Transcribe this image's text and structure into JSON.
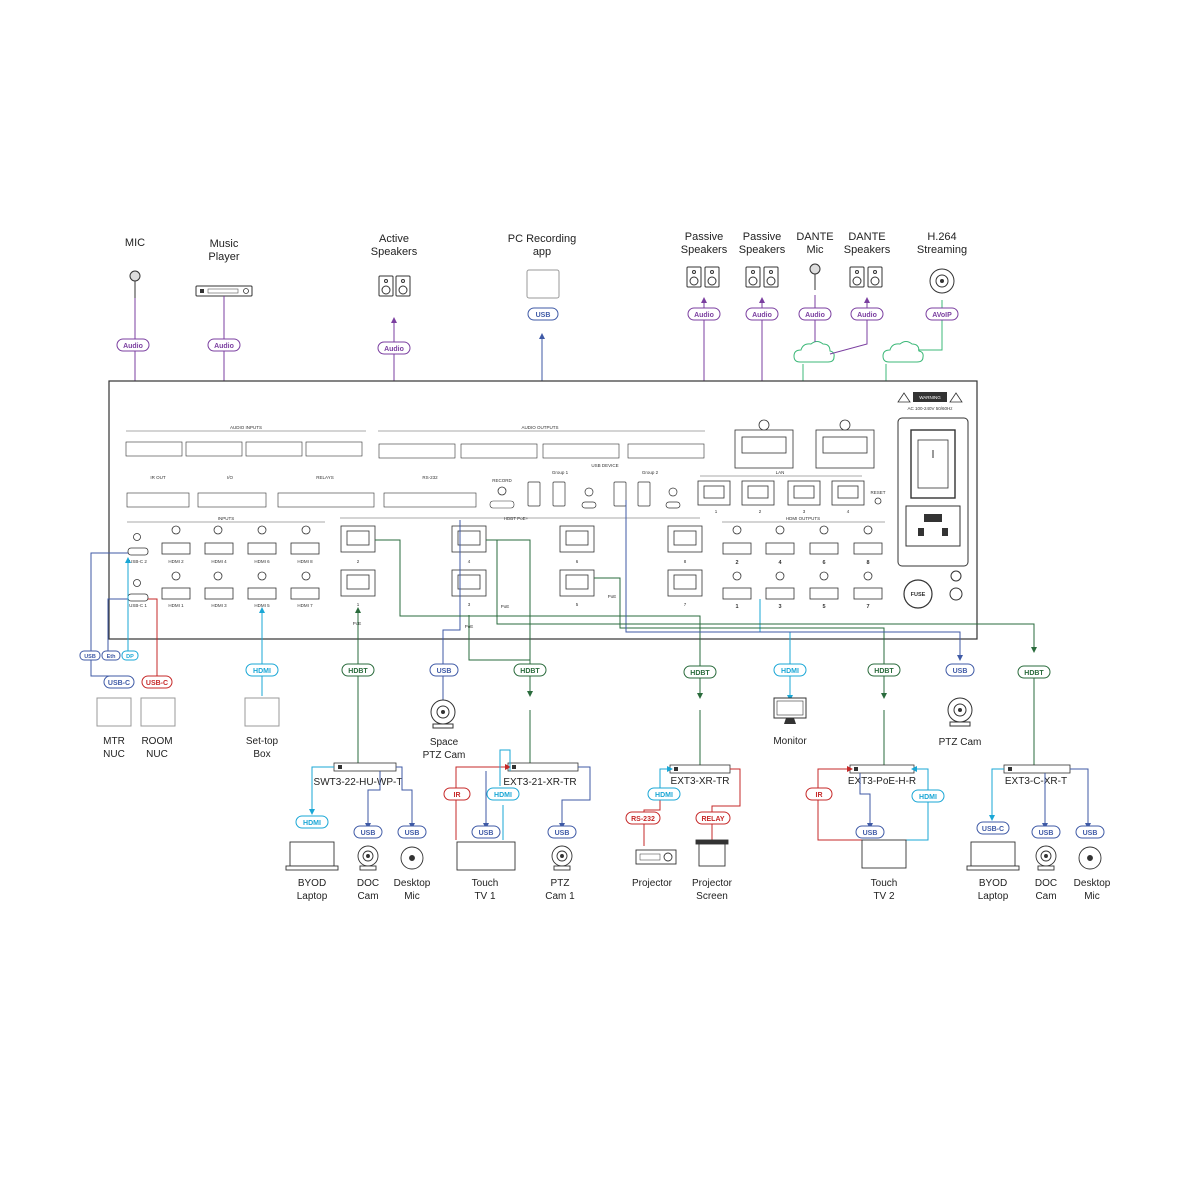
{
  "colors": {
    "audio": "#7b3fa0",
    "usb": "#3f5aa6",
    "hdmi": "#1aa7d6",
    "hdbt": "#2a6b3c",
    "rj": "#c62828",
    "lan": "#3cb878",
    "ink": "#333333"
  },
  "sources": {
    "mic": [
      "MIC"
    ],
    "music_player": [
      "Music",
      "Player"
    ],
    "active_speakers": [
      "Active",
      "Speakers"
    ],
    "pc_recording": [
      "PC Recording",
      "app"
    ],
    "passive_speakers_1": [
      "Passive",
      "Speakers"
    ],
    "passive_speakers_2": [
      "Passive",
      "Speakers"
    ],
    "dante_mic": [
      "DANTE",
      "Mic"
    ],
    "dante_speakers": [
      "DANTE",
      "Speakers"
    ],
    "h264": [
      "H.264",
      "Streaming"
    ]
  },
  "tags": {
    "audio": "Audio",
    "usb": "USB",
    "hdmi": "HDMI",
    "hdbt": "HDBT",
    "avoip": "AVoIP",
    "usbc": "USB-C",
    "eth": "Eth",
    "dp": "DP",
    "ir": "IR",
    "rs232": "RS-232",
    "relay": "RELAY"
  },
  "panel": {
    "audio_inputs": "AUDIO INPUTS",
    "audio_outputs": "AUDIO OUTPUTS",
    "ir_out": "IR OUT",
    "io": "I/O",
    "relays": "RELAYS",
    "rs232": "RS-232",
    "record": "RECORD",
    "usb_device": "USB DEVICE",
    "group1": "Group 1",
    "group2": "Group 2",
    "lan": "LAN",
    "reset": "RESET",
    "inputs": "INPUTS",
    "hdbt_poe": "HDBT PoE+",
    "hdmi_outputs": "HDMI OUTPUTS",
    "warning": "WARNING",
    "ac": "AC 100-240V 50/60Hz",
    "fuse": "FUSE",
    "poe": "PoE",
    "usbc2": "USB-C 2",
    "usbc1": "USB-C 1",
    "hdmi_in_top": [
      "HDMI 2",
      "HDMI 4",
      "HDMI 6",
      "HDMI 8"
    ],
    "hdmi_in_bottom": [
      "HDMI 1",
      "HDMI 3",
      "HDMI 5",
      "HDMI 7"
    ],
    "hdbt_top": [
      "2",
      "4",
      "6",
      "8"
    ],
    "hdbt_bottom": [
      "1",
      "3",
      "5",
      "7"
    ],
    "hdmi_out_top": [
      "2",
      "4",
      "6",
      "8"
    ],
    "hdmi_out_bottom": [
      "1",
      "3",
      "5",
      "7"
    ],
    "lan_ports": [
      "1",
      "2",
      "3",
      "4"
    ]
  },
  "bottom_devices": {
    "mtr_nuc": [
      "MTR",
      "NUC"
    ],
    "room_nuc": [
      "ROOM",
      "NUC"
    ],
    "set_top": [
      "Set-top",
      "Box"
    ],
    "space_ptz": [
      "Space",
      "PTZ Cam"
    ],
    "monitor": [
      "Monitor"
    ],
    "ptz_cam": [
      "PTZ Cam"
    ],
    "swt3": "SWT3-22-HU-WP-T",
    "ext3_21": "EXT3-21-XR-TR",
    "ext3_xr_tr": "EXT3-XR-TR",
    "ext3_poe": "EXT3-PoE-H-R",
    "ext3_c": "EXT3-C-XR-T",
    "byod_laptop_1": [
      "BYOD",
      "Laptop"
    ],
    "doc_cam_1": [
      "DOC",
      "Cam"
    ],
    "desktop_mic_1": [
      "Desktop",
      "Mic"
    ],
    "touch_tv_1": [
      "Touch",
      "TV 1"
    ],
    "ptz_cam_1": [
      "PTZ",
      "Cam 1"
    ],
    "projector": [
      "Projector"
    ],
    "projector_screen": [
      "Projector",
      "Screen"
    ],
    "touch_tv_2": [
      "Touch",
      "TV 2"
    ],
    "byod_laptop_2": [
      "BYOD",
      "Laptop"
    ],
    "doc_cam_2": [
      "DOC",
      "Cam"
    ],
    "desktop_mic_2": [
      "Desktop",
      "Mic"
    ]
  }
}
